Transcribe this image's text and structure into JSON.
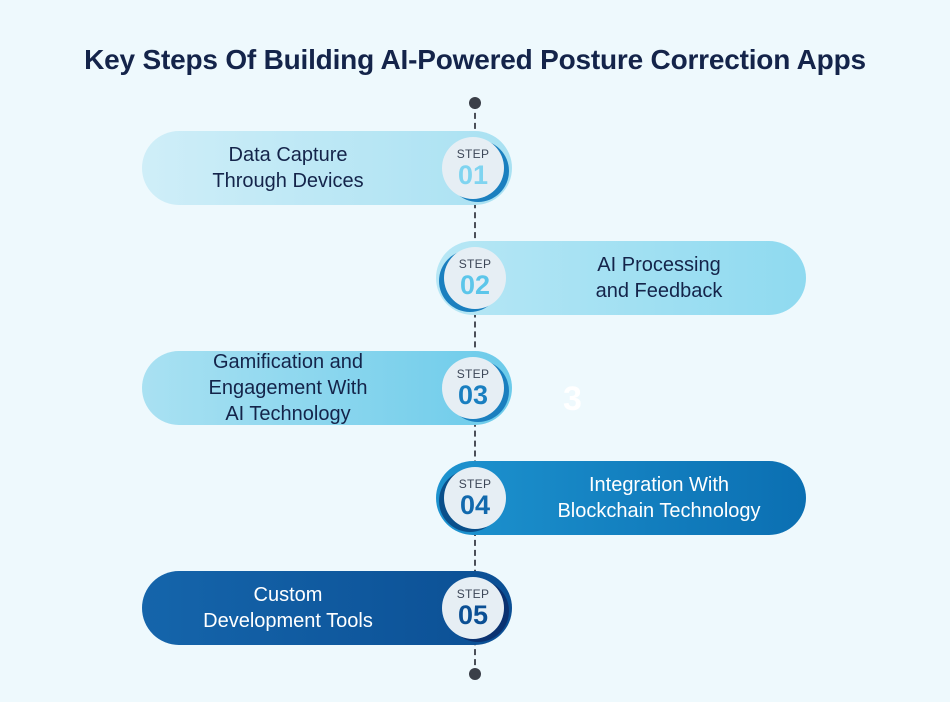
{
  "title": "Key Steps Of Building AI-Powered Posture Correction Apps",
  "steps": [
    {
      "word": "STEP",
      "number": "01",
      "lines": [
        "Data Capture",
        "Through Devices"
      ]
    },
    {
      "word": "STEP",
      "number": "02",
      "lines": [
        "AI Processing",
        "and Feedback"
      ]
    },
    {
      "word": "STEP",
      "number": "03",
      "lines": [
        "Gamification and",
        "Engagement With",
        "AI Technology"
      ]
    },
    {
      "word": "STEP",
      "number": "04",
      "lines": [
        "Integration With",
        "Blockchain Technology"
      ]
    },
    {
      "word": "STEP",
      "number": "05",
      "lines": [
        "Custom",
        "Development Tools"
      ]
    }
  ],
  "ghost_text": "3",
  "colors": {
    "background": "#eef9fd",
    "title": "#14244a",
    "accent_dark": "#0b4f94",
    "accent_light": "#a9e1f2"
  }
}
